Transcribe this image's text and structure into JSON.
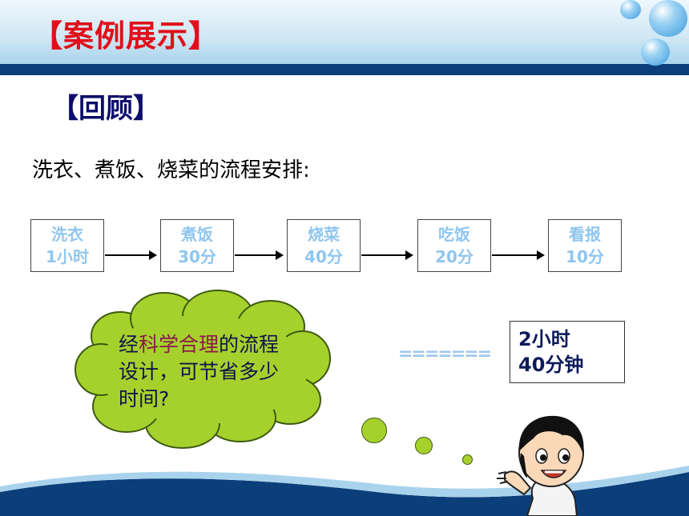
{
  "header": {
    "title": "【案例展示】"
  },
  "section": {
    "title": "【回顾】"
  },
  "intro": {
    "text": "洗衣、煮饭、烧菜的流程安排:"
  },
  "flow": {
    "steps": [
      {
        "name": "洗衣",
        "duration": "1小时"
      },
      {
        "name": "煮饭",
        "duration": "30分"
      },
      {
        "name": "烧菜",
        "duration": "40分"
      },
      {
        "name": "吃饭",
        "duration": "20分"
      },
      {
        "name": "看报",
        "duration": "10分"
      }
    ]
  },
  "cloud": {
    "part1": "经",
    "highlight": "科学合理",
    "part2": "的流程设计，可节省多少时间?"
  },
  "equals": "=======",
  "result": {
    "line1": "2小时",
    "line2": "40分钟"
  },
  "colors": {
    "title_red": "#e0101a",
    "header_navy": "#0c3e7a",
    "flow_text": "#8fc6ef",
    "cloud_green": "#a6d12c"
  }
}
